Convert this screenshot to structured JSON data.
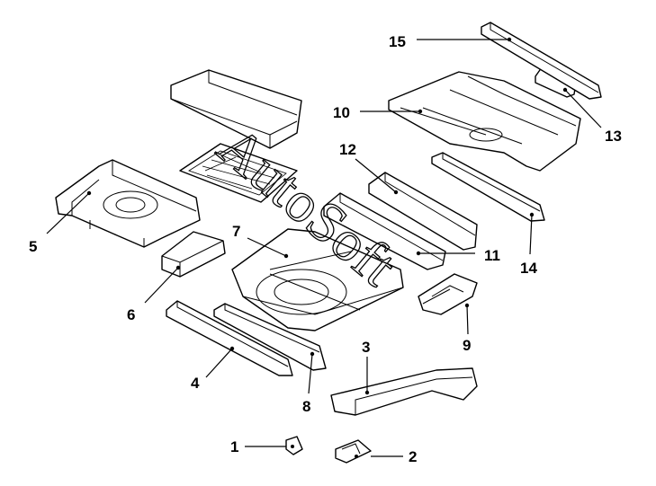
{
  "watermark": "AutoSoft",
  "callouts": [
    {
      "id": "1",
      "label": "1"
    },
    {
      "id": "2",
      "label": "2"
    },
    {
      "id": "3",
      "label": "3"
    },
    {
      "id": "4",
      "label": "4"
    },
    {
      "id": "5",
      "label": "5"
    },
    {
      "id": "6",
      "label": "6"
    },
    {
      "id": "7",
      "label": "7"
    },
    {
      "id": "8",
      "label": "8"
    },
    {
      "id": "9",
      "label": "9"
    },
    {
      "id": "10",
      "label": "10"
    },
    {
      "id": "11",
      "label": "11"
    },
    {
      "id": "12",
      "label": "12"
    },
    {
      "id": "13",
      "label": "13"
    },
    {
      "id": "14",
      "label": "14"
    },
    {
      "id": "15",
      "label": "15"
    }
  ]
}
